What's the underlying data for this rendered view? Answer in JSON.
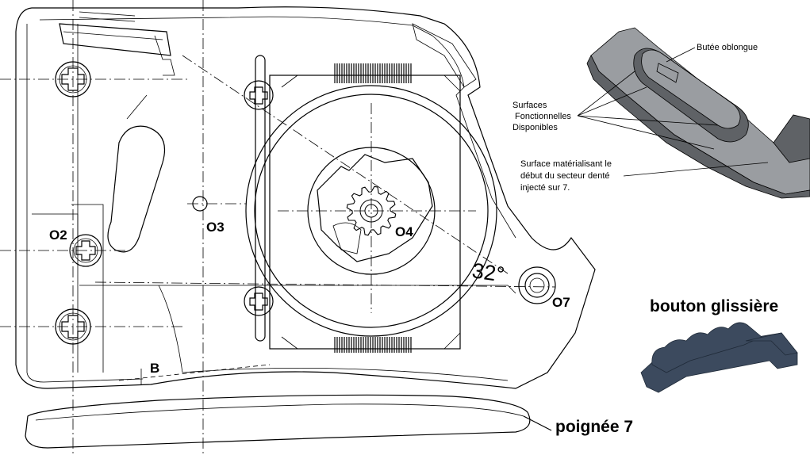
{
  "labels": {
    "o2": "O2",
    "o3": "O3",
    "o4": "O4",
    "o7": "O7",
    "b": "B",
    "angle": "32°",
    "poignee": "poignée 7",
    "bouton": "bouton glissière"
  },
  "annotations": {
    "butee": "Butée oblongue",
    "surfaces_1": "Surfaces",
    "surfaces_2": "Fonctionnelles",
    "surfaces_3": "Disponibles",
    "surface_mat_1": "Surface matérialisant le",
    "surface_mat_2": "début du secteur denté",
    "surface_mat_3": "injecté sur 7."
  },
  "colors": {
    "line": "#000000",
    "part_dark": "#5f6266",
    "part_light": "#9a9da1",
    "button_fill": "#3c4a5e",
    "button_edge": "#1f2a38"
  }
}
